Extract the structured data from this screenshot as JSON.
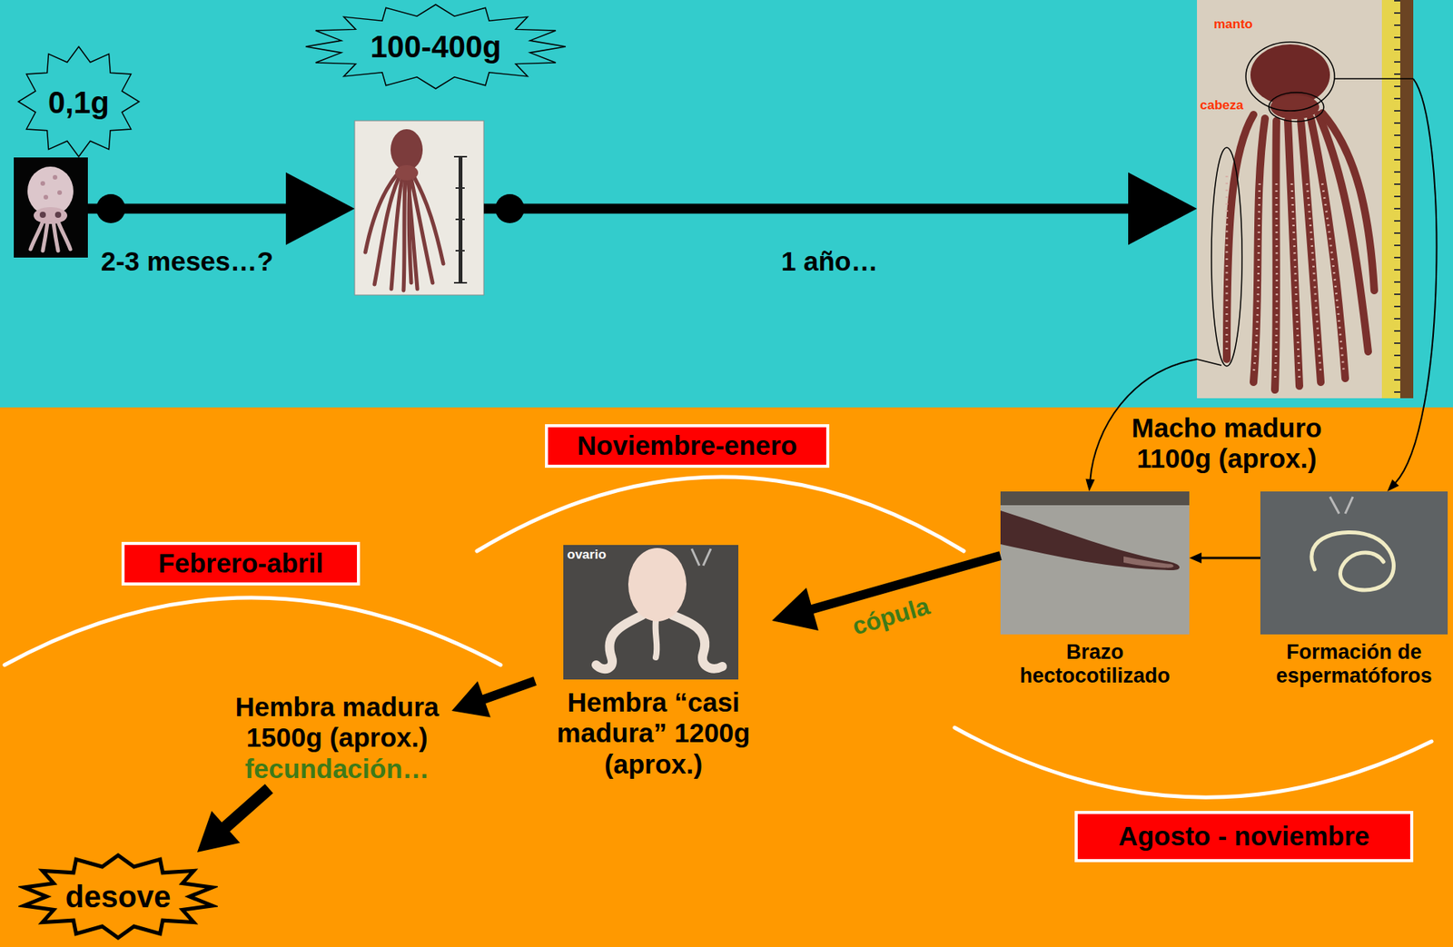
{
  "diagram": {
    "nodes": [
      {
        "text": [
          "0,1g"
        ]
      },
      {
        "text": [
          "100-400g"
        ]
      },
      {
        "text": [
          "manto",
          "cabeza"
        ]
      },
      {
        "text": [
          "Brazo hectocotilizado"
        ]
      },
      {
        "text": [
          "Formación de espermatóforos"
        ]
      },
      {
        "text": [
          "ovario",
          "Hembra “casi madura” 1200g (aprox.)"
        ]
      },
      {
        "text": [
          "Hembra madura 1500g (aprox.)",
          "fecundación…"
        ]
      },
      {
        "text": [
          "desove"
        ]
      },
      {
        "text": [
          "Noviembre-enero"
        ]
      },
      {
        "text": [
          "Febrero-abril"
        ]
      },
      {
        "text": [
          "Agosto - noviembre"
        ]
      }
    ],
    "edges": [
      {
        "from": 0,
        "to": 1,
        "arrow": "to",
        "label": "2-3 meses…?"
      },
      {
        "from": 1,
        "to": 2,
        "arrow": "to",
        "label": "1 año…"
      },
      {
        "from": 2,
        "to": 3,
        "arrow": "to"
      },
      {
        "from": 2,
        "to": 4,
        "arrow": "to"
      },
      {
        "from": 4,
        "to": 3,
        "arrow": "to"
      },
      {
        "from": 3,
        "to": 5,
        "arrow": "to",
        "label": "cópula"
      },
      {
        "from": 5,
        "to": 6,
        "arrow": "to"
      },
      {
        "from": 6,
        "to": 7,
        "arrow": "to"
      }
    ],
    "labels": [
      "Macho maduro 1100g (aprox.)"
    ]
  }
}
